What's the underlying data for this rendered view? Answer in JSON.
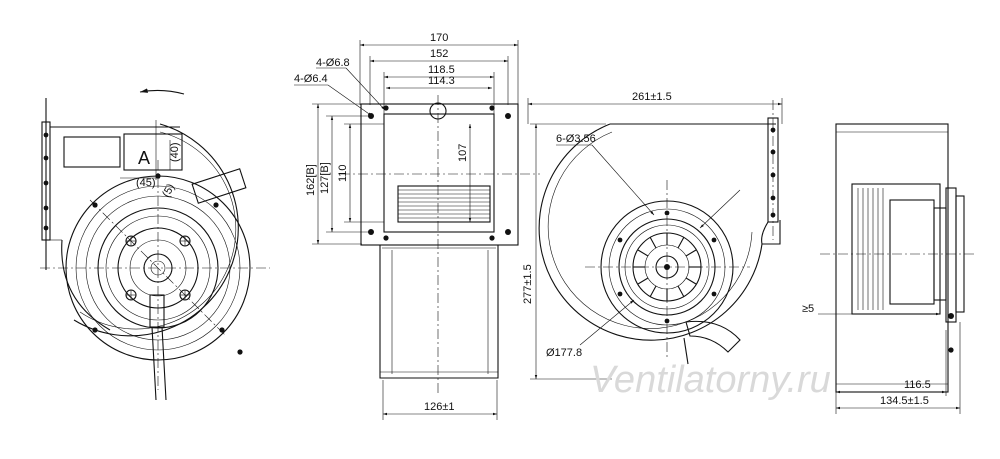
{
  "colors": {
    "line": "#111111",
    "background": "#ffffff",
    "watermark": "#d9d9d9"
  },
  "front_view": {
    "section_label": "A",
    "dim_40": "(40)",
    "dim_45": "(45)",
    "dim_5": "(5)"
  },
  "flange_view": {
    "dim_170": "170",
    "dim_152": "152",
    "dim_118_5": "118.5",
    "dim_114_3": "114.3",
    "hole_a": "4-Ø6.8",
    "hole_b": "4-Ø6.4",
    "dim_162": "162[B]",
    "dim_127": "127[B]",
    "dim_110": "110",
    "dim_107": "107",
    "dim_126": "126±1"
  },
  "rear_view": {
    "dim_261": "261±1.5",
    "holes": "6-Ø3.56",
    "dim_277": "277±1.5",
    "dim_177_8": "Ø177.8"
  },
  "side_view": {
    "dim_ge5": "≥5",
    "dim_116_5": "116.5",
    "dim_134_5": "134.5±1.5"
  },
  "watermark": "Ventilatorny.ru"
}
